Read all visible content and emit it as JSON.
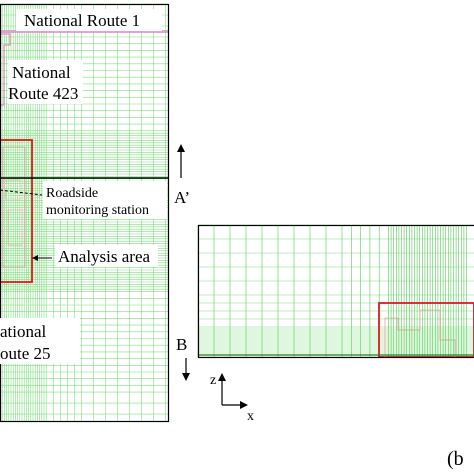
{
  "labels": {
    "route1": "National Route 1",
    "route423_line1": "National",
    "route423_line2": "Route 423",
    "roadside_line1": "Roadside",
    "roadside_line2": "monitoring station",
    "analysis_area": "Analysis area",
    "route25_line1": "ational",
    "route25_line2": "oute 25",
    "section_a": "A’",
    "section_b": "B",
    "axis_z": "z",
    "axis_x": "x",
    "panel_b": "(b"
  },
  "colors": {
    "mesh": "#7fe07f",
    "mesh_dense": "#56cc56",
    "boundary": "#000000",
    "area": "#e01a1a",
    "road": "#e38cc4",
    "ground_line": "#1a7a1a"
  }
}
